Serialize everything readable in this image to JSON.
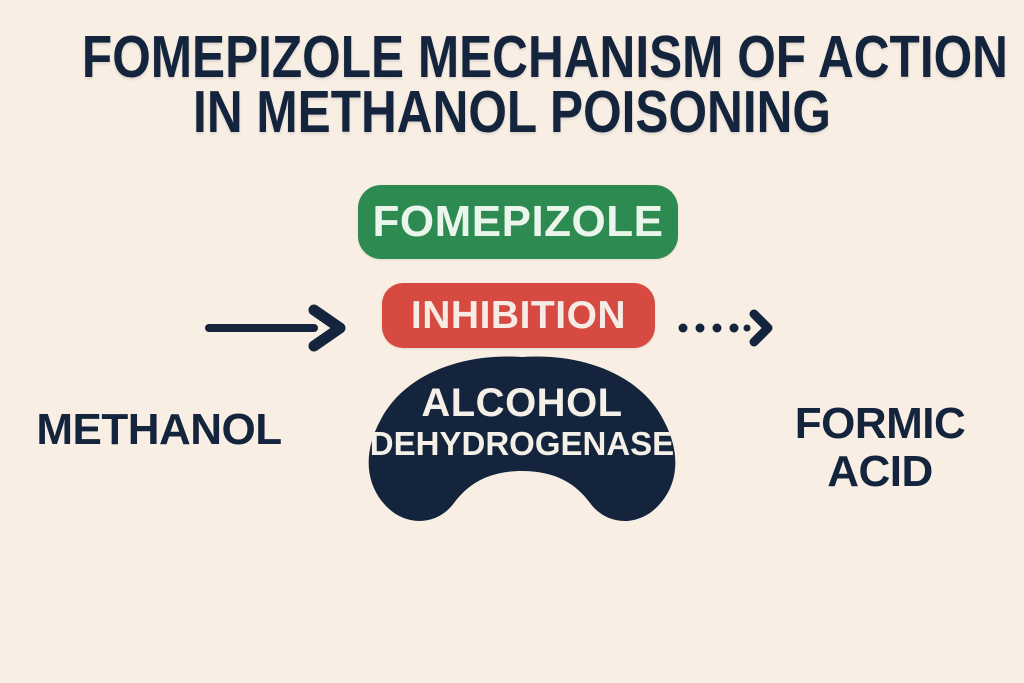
{
  "colors": {
    "background": "#f8eee3",
    "navy": "#13243c",
    "green": "#2d8a50",
    "red": "#d74a41",
    "green-text": "#eaf5ec",
    "red-text": "#f7ebe5",
    "blob-text": "#f4efe7"
  },
  "title": {
    "line1": "FOMEPIZOLE MECHANISM OF ACTION",
    "line2": "IN METHANOL POISONING"
  },
  "diagram": {
    "drug_label": "FOMEPIZOLE",
    "action_label": "INHIBITION",
    "enzyme_line1": "ALCOHOL",
    "enzyme_line2": "DEHYDROGENASE",
    "substrate_label": "METHANOL",
    "product_line1": "FORMIC",
    "product_line2": "ACID"
  }
}
